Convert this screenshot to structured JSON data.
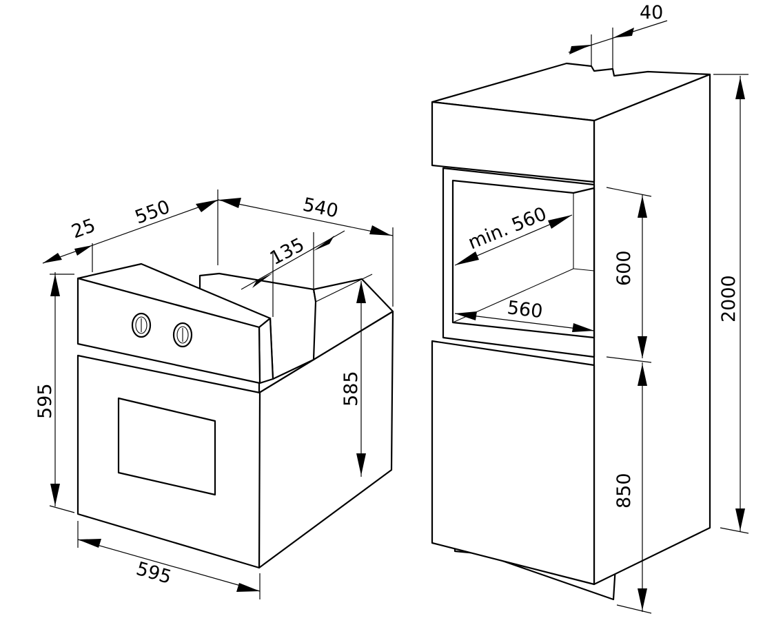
{
  "oven": {
    "dims": {
      "depth_front": "25",
      "depth_body": "550",
      "width_top": "540",
      "step": "135",
      "height_front": "595",
      "height_body": "585",
      "width_front": "595"
    }
  },
  "cabinet": {
    "dims": {
      "top_gap": "40",
      "niche_depth": "min. 560",
      "niche_width": "560",
      "niche_height": "600",
      "lower_height": "850",
      "total_height": "2000"
    }
  }
}
